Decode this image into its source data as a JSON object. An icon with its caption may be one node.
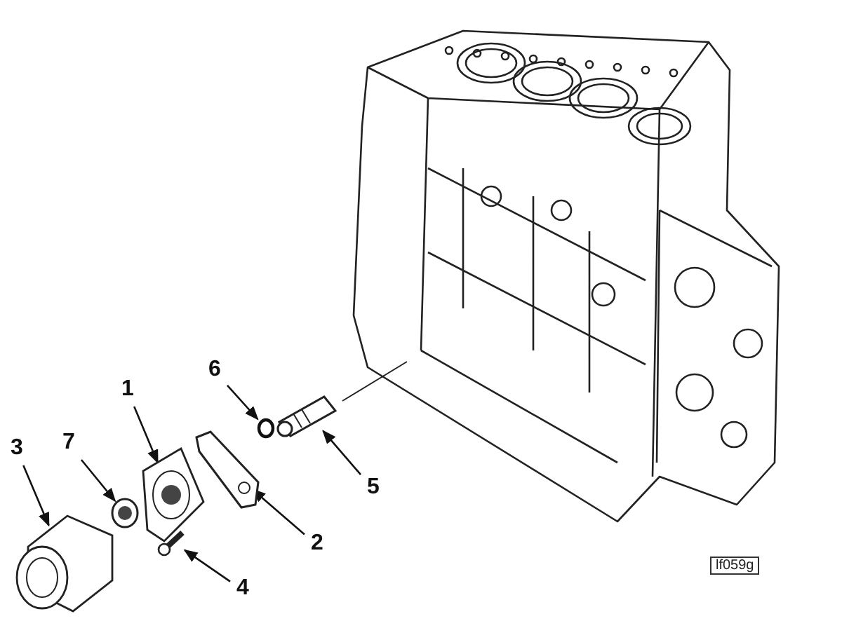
{
  "diagram": {
    "nodes": [
      {
        "text": [
          "1"
        ]
      },
      {
        "text": [
          "6"
        ]
      },
      {
        "text": [
          "3"
        ]
      },
      {
        "text": [
          "7"
        ]
      },
      {
        "text": [
          "5"
        ]
      },
      {
        "text": [
          "2"
        ]
      },
      {
        "text": [
          "4"
        ]
      },
      {
        "text": [],
        "shape": "picture"
      },
      {
        "text": [],
        "shape": "circle"
      },
      {
        "text": [],
        "shape": "picture"
      },
      {
        "text": [],
        "shape": "picture"
      },
      {
        "text": [],
        "shape": "picture"
      },
      {
        "text": [],
        "shape": "picture"
      },
      {
        "text": [],
        "shape": "picture"
      }
    ],
    "edges": [
      {
        "from": 0,
        "to": 7,
        "arrow": "to"
      },
      {
        "from": 1,
        "to": 8,
        "arrow": "to"
      },
      {
        "from": 2,
        "to": 9,
        "arrow": "to"
      },
      {
        "from": 3,
        "to": 10,
        "arrow": "to"
      },
      {
        "from": 4,
        "to": 11,
        "arrow": "to"
      },
      {
        "from": 5,
        "to": 12,
        "arrow": "to"
      },
      {
        "from": 6,
        "to": 13,
        "arrow": "to"
      }
    ],
    "labels": [
      "lf059g"
    ]
  }
}
